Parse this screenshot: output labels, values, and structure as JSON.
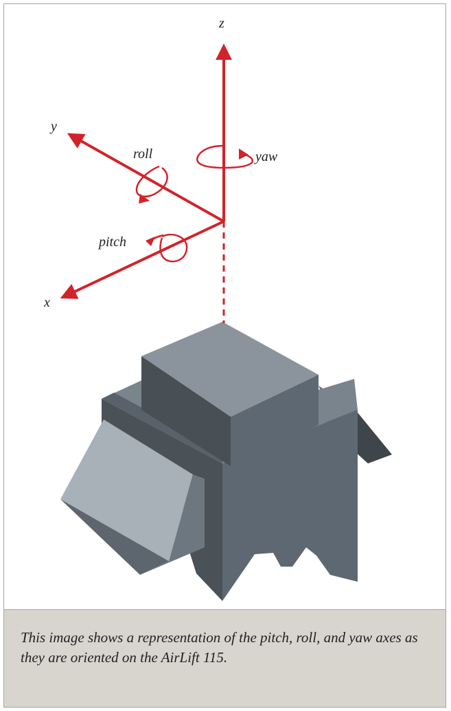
{
  "figure": {
    "axis_labels": {
      "z": "z",
      "y": "y",
      "x": "x"
    },
    "rotation_labels": {
      "roll": "roll",
      "yaw": "yaw",
      "pitch": "pitch"
    },
    "colors": {
      "axis": "#d2232a",
      "box_top": "#8b949c",
      "box_front": "#5e6872",
      "box_side": "#484f55",
      "wing_light": "#a8b0b8",
      "ledge": "#7a848d",
      "ledge_dark": "#3e454b"
    }
  },
  "caption": {
    "text": "This image shows a representation of the pitch, roll, and yaw axes as they are oriented on the AirLift 115."
  }
}
